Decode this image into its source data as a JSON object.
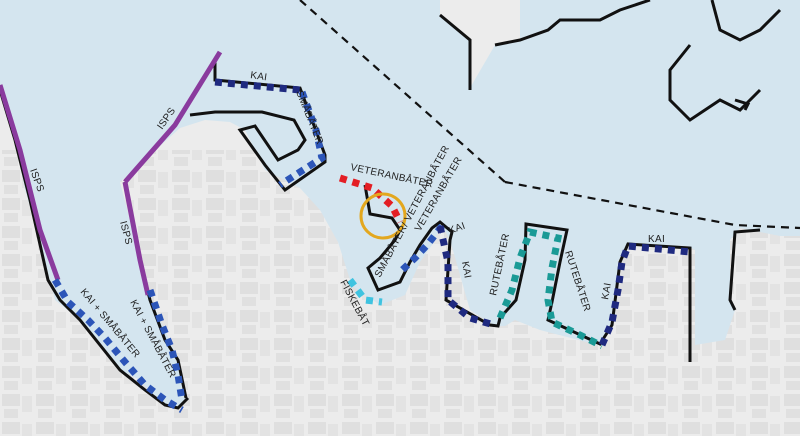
{
  "map": {
    "colors": {
      "water": "#d4e5ef",
      "land": "#ececec",
      "buildings": "#dcdcdc",
      "quay_line": "#111111",
      "isps": "#8a3b9e",
      "kai_smabater": "#2c55b8",
      "kai": "#1f2a80",
      "veteranbater": "#e31e24",
      "fiskebat": "#3fc3e0",
      "rutebater": "#1a9a96",
      "veteranbater_circle": "#e3a71e",
      "boundary": "#111111"
    },
    "labels": {
      "isps_left": "ISPS",
      "isps_center": "ISPS",
      "isps_upper": "ISPS",
      "kai_top": "KAI",
      "smabater_top": "SMÅBÅTER",
      "veteranbater_top": "VETERANBÅTER",
      "veteranbater_diag": "VETERANBÅTER",
      "smabater_veteranbater": "SMÅBÅTER/ VETERANBÅTER",
      "fiskebat": "FISKEBÅT",
      "kai_left_smabater": "KAI + SMÅBÅTER",
      "kai_center_smabater": "KAI + SMÅBÅTER",
      "kai_pier_top": "KAI",
      "kai_pier_side": "KAI",
      "rutebater_left": "RUTEBÅTER",
      "rutebater_right": "RUTEBÅTER",
      "kai_right_side": "KAI",
      "kai_right_top": "KAI"
    },
    "icons": [
      "veteranbater-circle-marker"
    ]
  }
}
